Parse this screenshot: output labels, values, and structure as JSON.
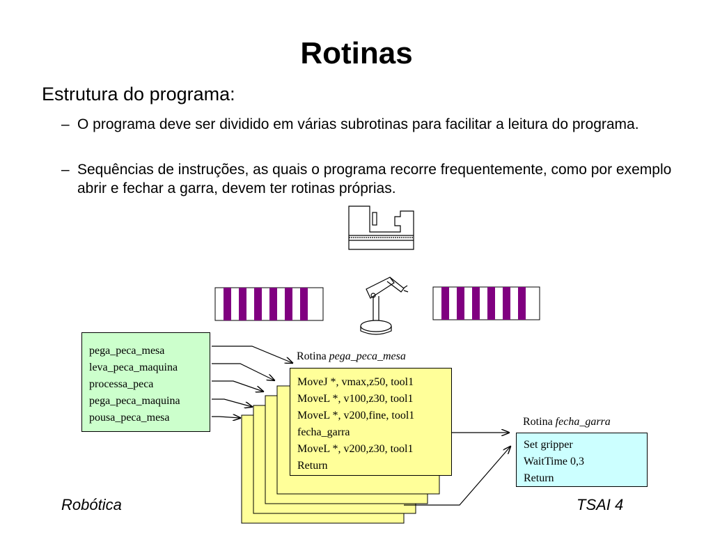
{
  "title": "Rotinas",
  "bullets": {
    "main": "Estrutura do programa:",
    "dash": "–",
    "sub1": "O programa deve ser dividido em várias subrotinas para facilitar a leitura do programa.",
    "sub2": "Sequências de instruções, as quais o programa recorre frequentemente, como por exemplo abrir e fechar a garra, devem ter rotinas próprias."
  },
  "routines_list": [
    "pega_peca_mesa",
    "leva_peca_maquina",
    "processa_peca",
    "pega_peca_maquina",
    "pousa_peca_mesa"
  ],
  "routine_caption": {
    "prefix": "Rotina",
    "name": "pega_peca_mesa"
  },
  "routine_code": [
    "MoveJ *, vmax,z50, tool1",
    "MoveL *, v100,z30, tool1",
    "MoveL *, v200,fine, tool1",
    "fecha_garra",
    "MoveL *, v200,z30, tool1",
    "Return"
  ],
  "gripper_caption": {
    "prefix": "Rotina",
    "name": "fecha_garra"
  },
  "gripper_code": [
    "Set gripper",
    "WaitTime 0,3",
    "Return"
  ],
  "footer": {
    "left": "Robótica",
    "right": "TSAI 4"
  },
  "colors": {
    "green_box": "#ccffcc",
    "yellow_box": "#ffff99",
    "cyan_box": "#ccffff",
    "conveyor_stripe": "#800080"
  }
}
